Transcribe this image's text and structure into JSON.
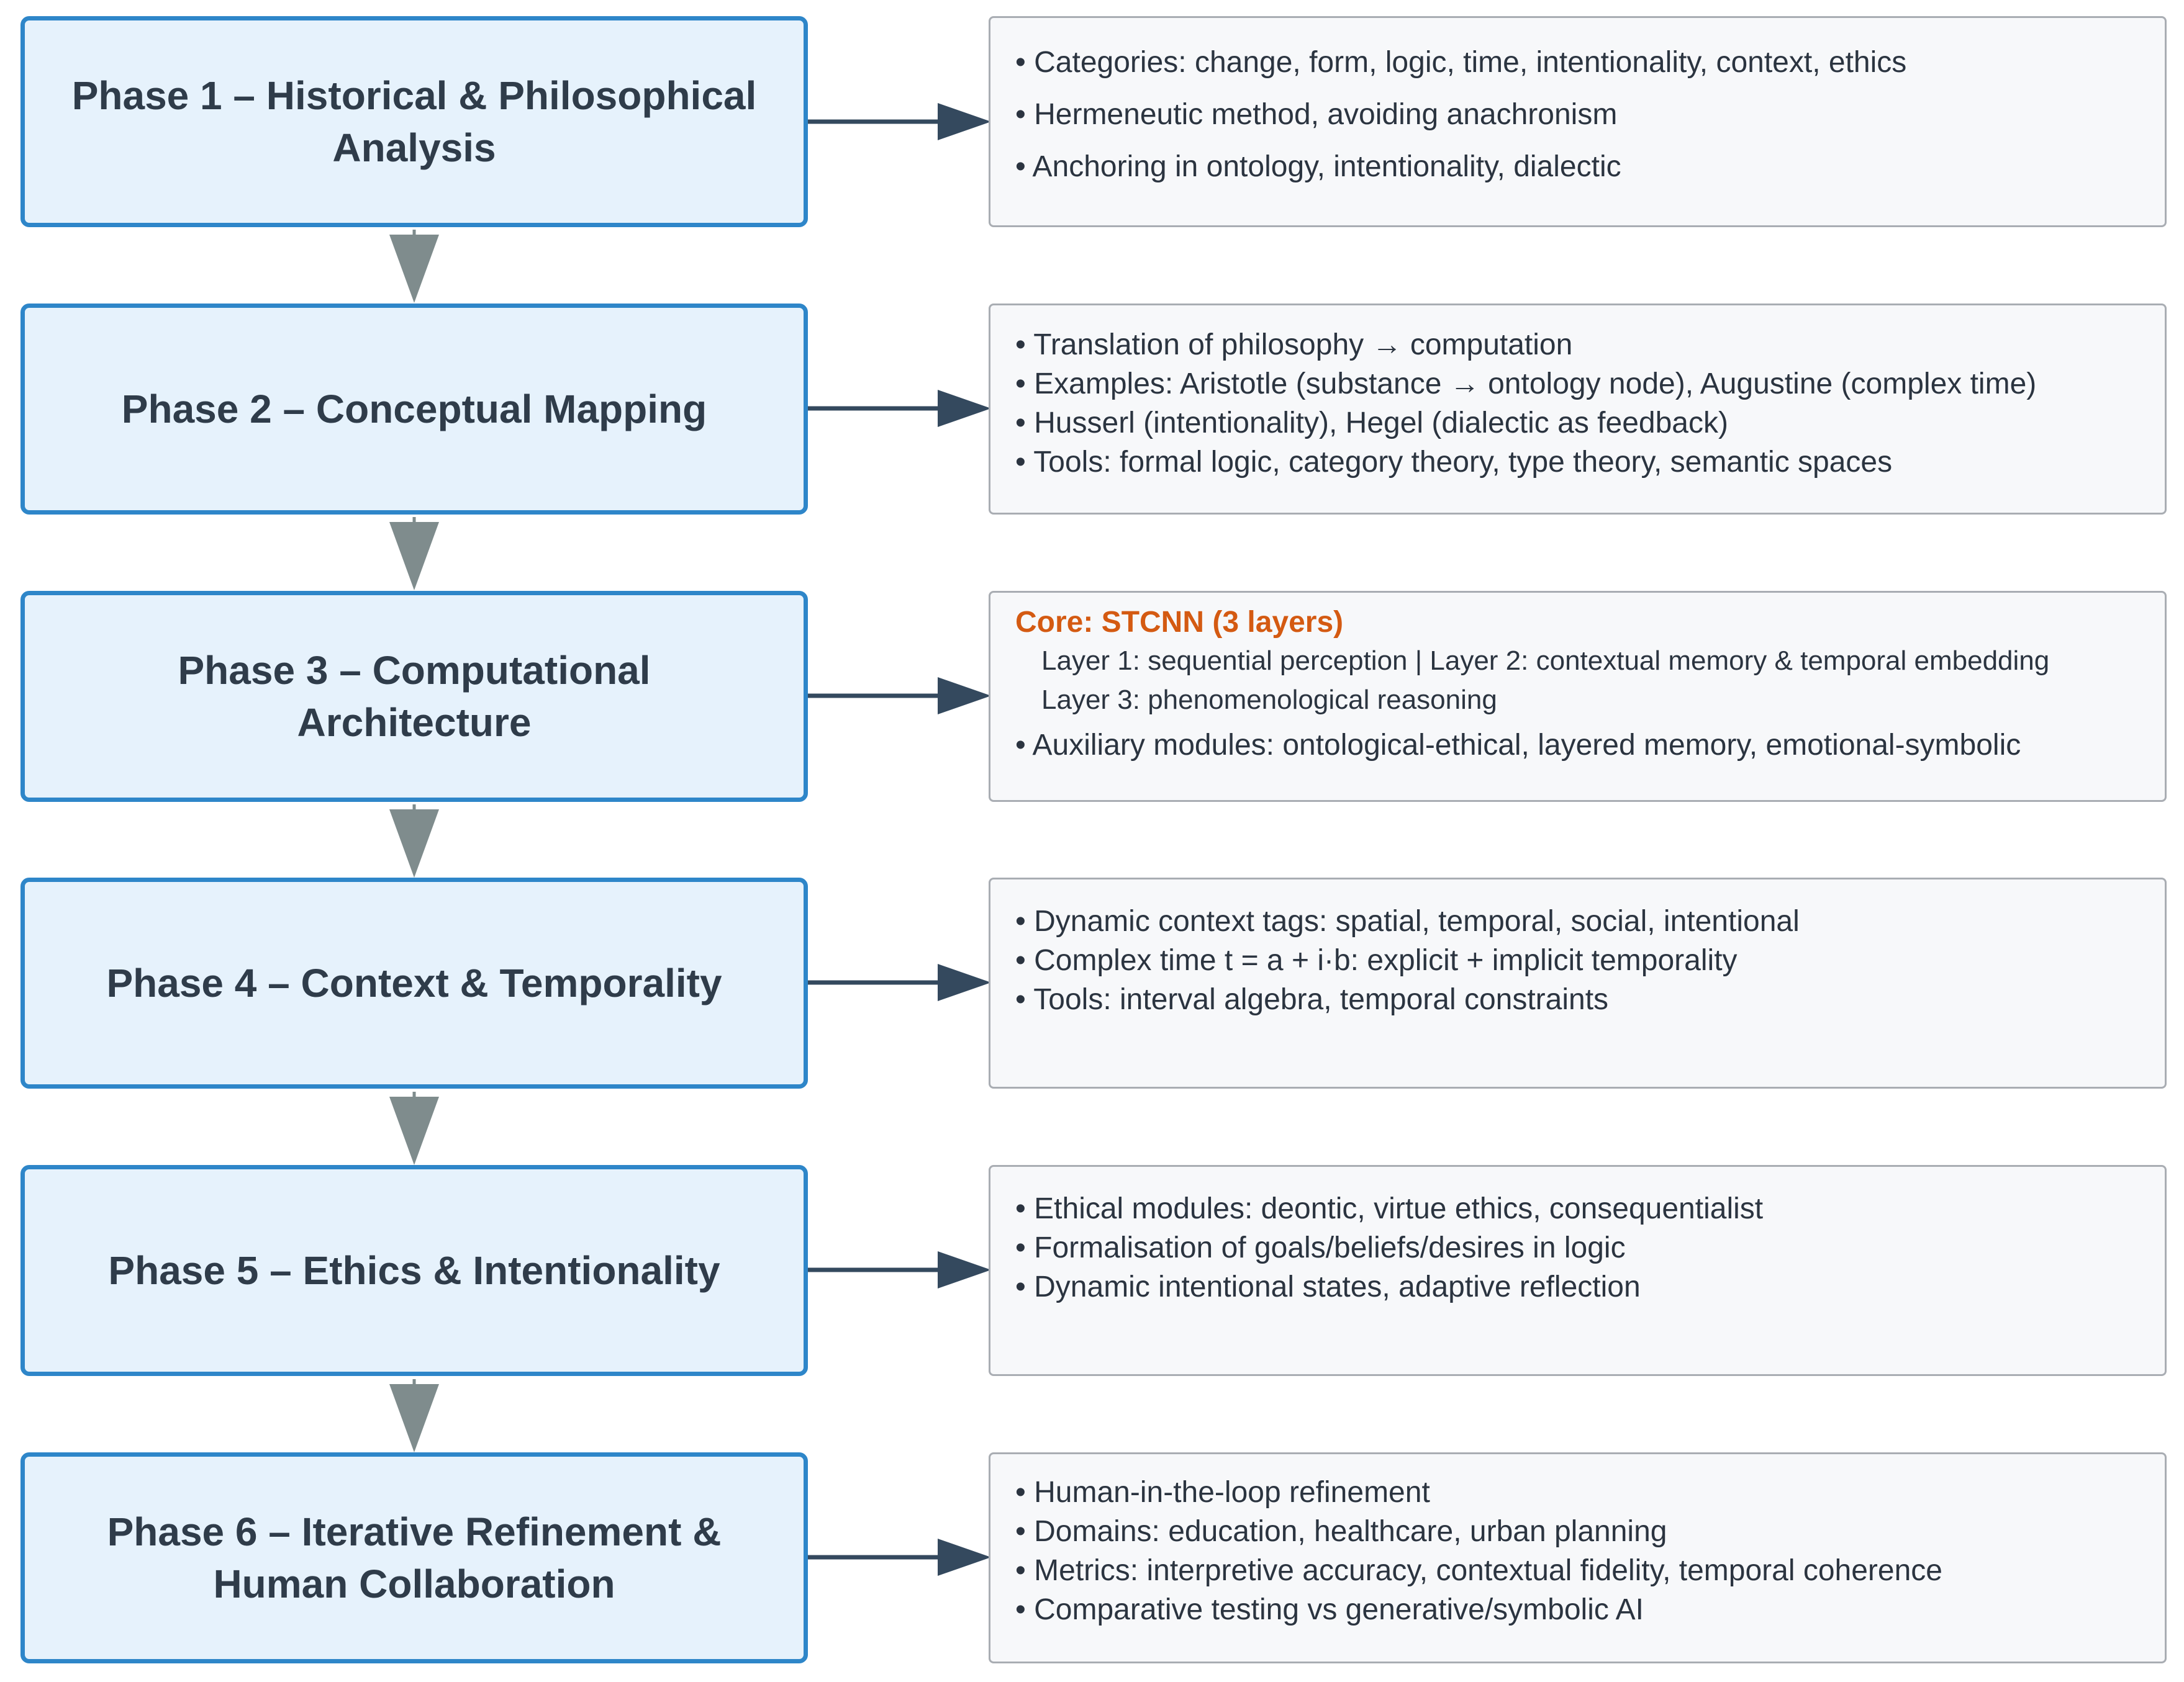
{
  "phases": [
    {
      "title": "Phase 1 – Historical & Philosophical Analysis",
      "bullets": [
        "• Categories: change, form, logic, time, intentionality, context, ethics",
        "• Hermeneutic method, avoiding anachronism",
        "• Anchoring in ontology, intentionality, dialectic"
      ]
    },
    {
      "title": "Phase 2 – Conceptual Mapping",
      "bullets": [
        "• Translation of philosophy → computation",
        "• Examples: Aristotle (substance → ontology node), Augustine (complex time)",
        "• Husserl (intentionality), Hegel (dialectic as feedback)",
        "• Tools: formal logic, category theory, type theory, semantic spaces"
      ]
    },
    {
      "title": "Phase 3 – Computational Architecture",
      "core_title": "Core: STCNN (3 layers)",
      "layers": [
        "Layer 1: sequential perception | Layer 2: contextual memory & temporal embedding",
        "Layer 3: phenomenological reasoning"
      ],
      "bullets": [
        "• Auxiliary modules: ontological-ethical, layered memory, emotional-symbolic"
      ]
    },
    {
      "title": "Phase 4 – Context & Temporality",
      "bullets": [
        "• Dynamic context tags: spatial, temporal, social, intentional",
        "• Complex time t = a + i·b: explicit + implicit temporality",
        "• Tools: interval algebra, temporal constraints"
      ]
    },
    {
      "title": "Phase 5 – Ethics & Intentionality",
      "bullets": [
        "• Ethical modules: deontic, virtue ethics, consequentialist",
        "• Formalisation of goals/beliefs/desires in logic",
        "• Dynamic intentional states, adaptive reflection"
      ]
    },
    {
      "title": "Phase 6 – Iterative Refinement & Human Collaboration",
      "bullets": [
        "• Human-in-the-loop refinement",
        "• Domains: education, healthcare, urban planning",
        "• Metrics: interpretive accuracy, contextual fidelity, temporal coherence",
        "• Comparative testing vs generative/symbolic AI"
      ]
    }
  ],
  "colors": {
    "phase_fill": "#e6f2fc",
    "phase_border": "#2e86c9",
    "phase_text": "#2f3c4a",
    "detail_fill": "#f7f8fa",
    "detail_border": "#a9adb3",
    "core_accent": "#d45a12",
    "flow_arrow": "#7f8c8d",
    "link_arrow": "#34495e"
  }
}
